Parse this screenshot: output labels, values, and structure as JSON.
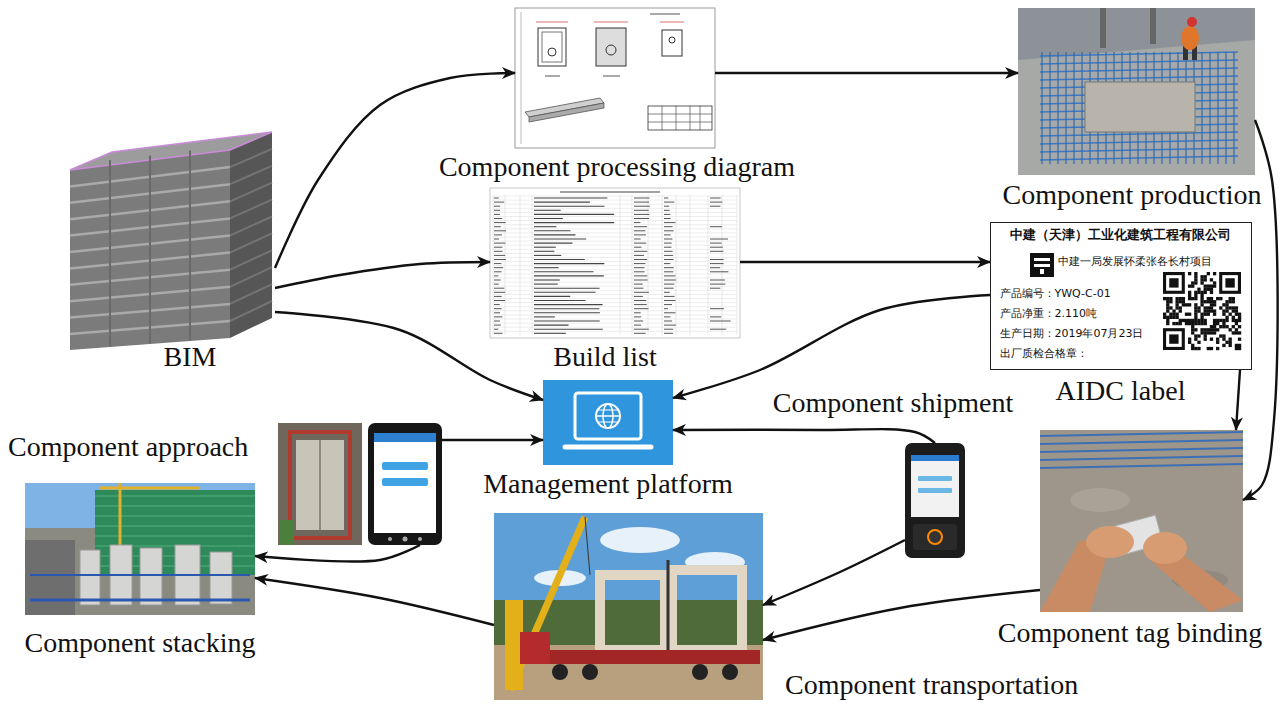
{
  "diagram": {
    "nodes": [
      {
        "text": [
          "Component processing diagram"
        ]
      },
      {
        "text": [
          "Component production"
        ]
      },
      {
        "text": [
          "BIM"
        ]
      },
      {
        "text": [
          "Build list"
        ]
      },
      {
        "text": [
          "中建（天津）工业化建筑工程有限公司",
          "中建一局发展怀柔张各长村项目",
          "产品编号：YWQ-C-01",
          "产品净重：2.110吨",
          "生产日期：2019年07月23日",
          "出厂质检合格章：",
          "AIDC label"
        ]
      },
      {
        "text": [
          "Component approach"
        ]
      },
      {
        "text": [
          "Management platform"
        ]
      },
      {
        "text": [
          "Component shipment"
        ]
      },
      {
        "text": [
          "Component stacking"
        ]
      },
      {
        "text": [
          "Component tag binding"
        ]
      },
      {
        "text": [
          "Component transportation"
        ]
      }
    ],
    "edges": [
      {
        "from": 2,
        "to": 0,
        "arrow": "to"
      },
      {
        "from": 2,
        "to": 3,
        "arrow": "to"
      },
      {
        "from": 2,
        "to": 6,
        "arrow": "to"
      },
      {
        "from": 0,
        "to": 1,
        "arrow": "to"
      },
      {
        "from": 3,
        "to": 4,
        "arrow": "to"
      },
      {
        "from": 4,
        "to": 6,
        "arrow": "to"
      },
      {
        "from": 4,
        "to": 9,
        "arrow": "to"
      },
      {
        "from": 1,
        "to": 9,
        "arrow": "to"
      },
      {
        "from": 9,
        "to": 10,
        "arrow": "to"
      },
      {
        "from": 7,
        "to": 6,
        "arrow": "to"
      },
      {
        "from": 7,
        "to": 10,
        "arrow": "to"
      },
      {
        "from": 10,
        "to": 8,
        "arrow": "to"
      },
      {
        "from": 5,
        "to": 6,
        "arrow": "to"
      },
      {
        "from": 5,
        "to": 8,
        "arrow": "to"
      }
    ]
  }
}
